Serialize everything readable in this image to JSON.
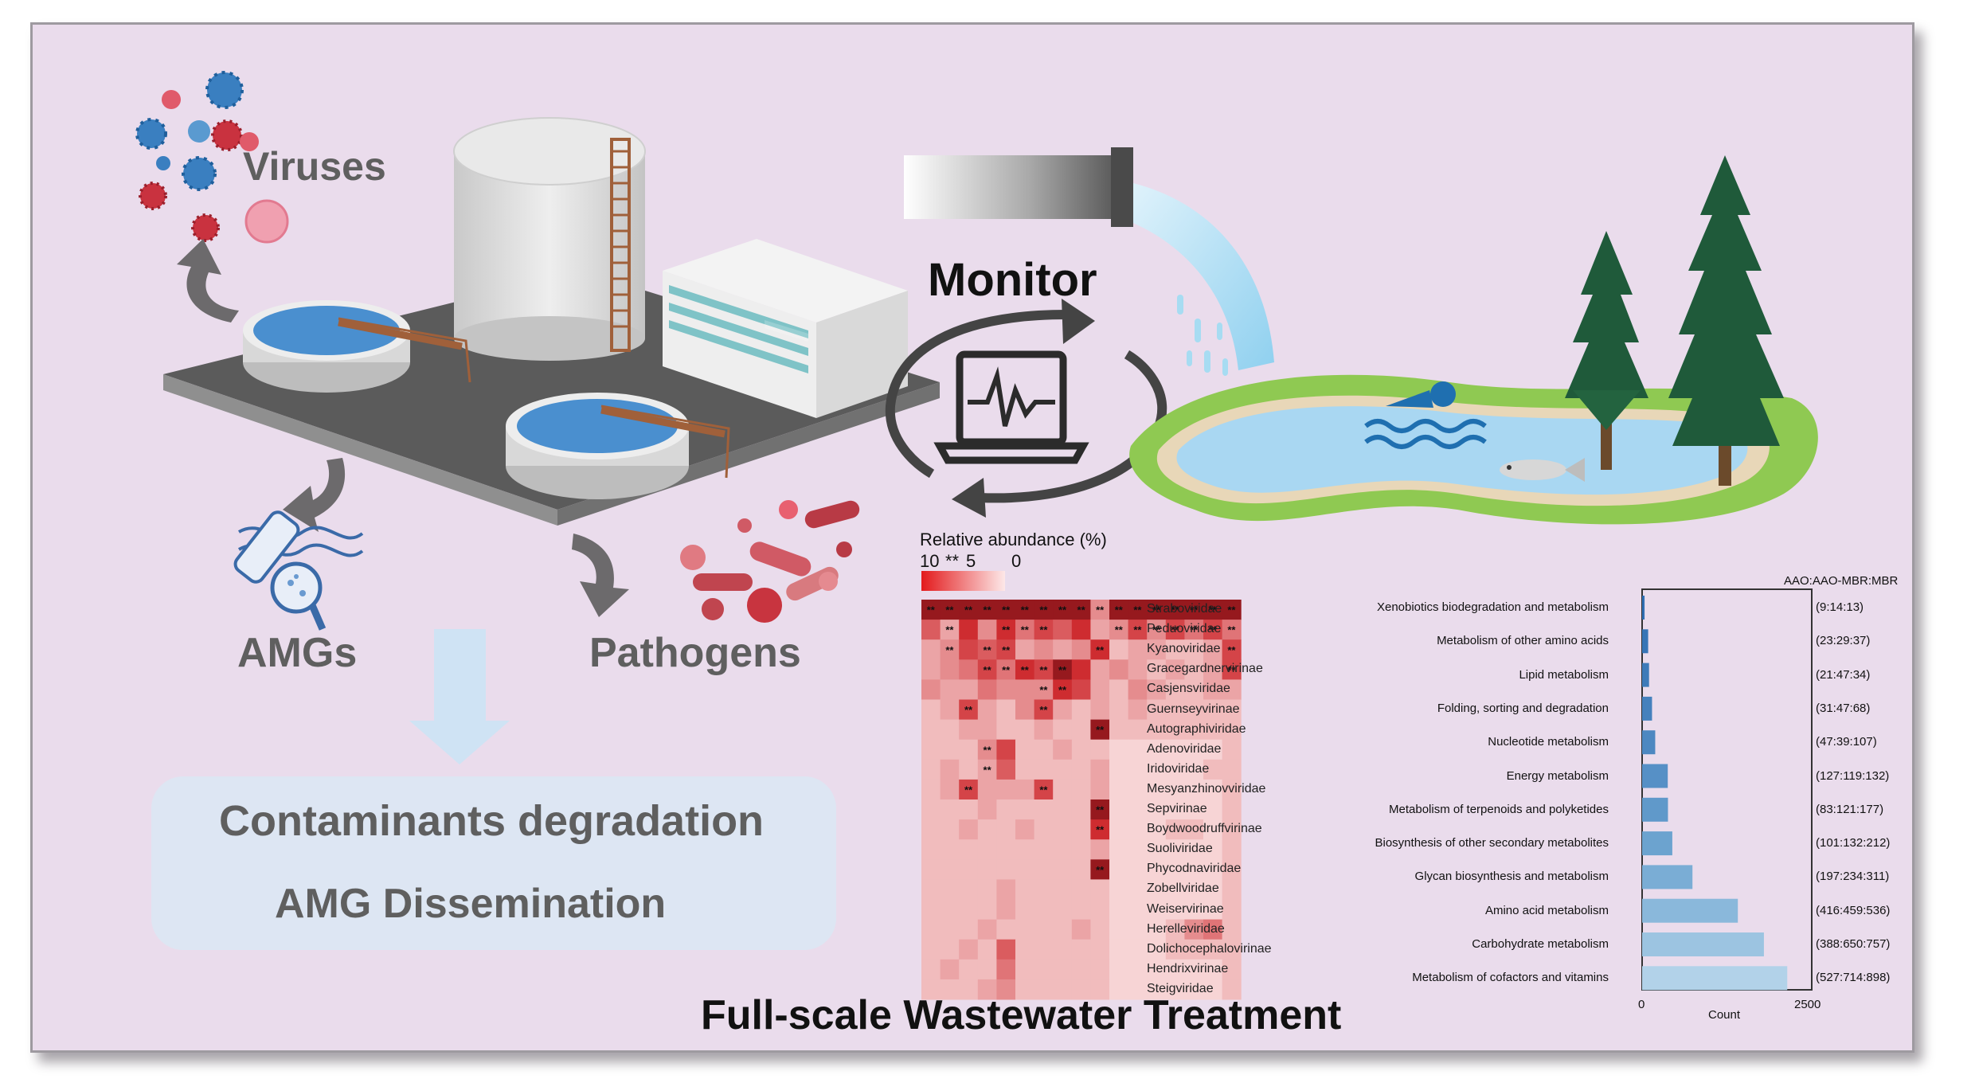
{
  "labels": {
    "viruses": "Viruses",
    "amgs": "AMGs",
    "pathogens": "Pathogens",
    "monitor": "Monitor",
    "contaminants": "Contaminants degradation",
    "dissemination": "AMG Dissemination",
    "footer": "Full-scale Wastewater Treatment"
  },
  "heatmap": {
    "title": "Relative abundance (%)",
    "legend_ticks": [
      "10",
      "5",
      "0"
    ],
    "legend_mark": "**",
    "rows": [
      "Straboviridae",
      "Peduoviridae",
      "Kyanoviridae",
      "Gracegardnervirinae",
      "Casjensviridae",
      "Guernseyvirinae",
      "Autographiviridae",
      "Adenoviridae",
      "Iridoviridae",
      "Mesyanzhinovviridae",
      "Sepvirinae",
      "Boydwoodruffvirinae",
      "Suoliviridae",
      "Phycodnaviridae",
      "Zobellviridae",
      "Weiservirinae",
      "Herelleviridae",
      "Dolichocephalovirinae",
      "Hendrixvirinae",
      "Steigviridae"
    ],
    "intensity": [
      [
        9,
        9,
        9,
        9,
        9,
        9,
        9,
        9,
        9,
        4,
        9,
        9,
        9,
        9,
        9,
        9,
        9
      ],
      [
        6,
        3,
        8,
        4,
        8,
        5,
        7,
        6,
        8,
        3,
        4,
        7,
        4,
        7,
        5,
        7,
        5
      ],
      [
        3,
        4,
        7,
        6,
        7,
        3,
        4,
        3,
        4,
        8,
        2,
        3,
        3,
        2,
        2,
        3,
        7
      ],
      [
        3,
        4,
        5,
        7,
        5,
        8,
        7,
        9,
        8,
        3,
        4,
        3,
        2,
        3,
        2,
        3,
        7
      ],
      [
        4,
        3,
        3,
        5,
        4,
        4,
        4,
        8,
        7,
        3,
        2,
        4,
        3,
        2,
        2,
        3,
        3
      ],
      [
        2,
        3,
        7,
        3,
        2,
        4,
        7,
        3,
        2,
        3,
        2,
        3,
        2,
        2,
        2,
        2,
        2
      ],
      [
        2,
        2,
        3,
        3,
        2,
        2,
        3,
        2,
        2,
        9,
        2,
        2,
        2,
        2,
        2,
        2,
        2
      ],
      [
        2,
        2,
        2,
        4,
        7,
        2,
        2,
        3,
        2,
        2,
        1,
        1,
        1,
        1,
        1,
        1,
        2
      ],
      [
        2,
        3,
        2,
        3,
        6,
        2,
        2,
        2,
        2,
        3,
        1,
        1,
        1,
        1,
        1,
        2,
        2
      ],
      [
        2,
        3,
        7,
        3,
        3,
        3,
        7,
        2,
        2,
        3,
        1,
        1,
        1,
        1,
        1,
        1,
        2
      ],
      [
        2,
        2,
        2,
        3,
        2,
        2,
        2,
        2,
        2,
        9,
        1,
        1,
        1,
        1,
        1,
        1,
        2
      ],
      [
        2,
        2,
        3,
        2,
        2,
        3,
        2,
        2,
        2,
        8,
        1,
        1,
        1,
        2,
        2,
        1,
        2
      ],
      [
        2,
        2,
        2,
        2,
        2,
        2,
        2,
        2,
        2,
        3,
        1,
        1,
        1,
        1,
        1,
        1,
        2
      ],
      [
        2,
        2,
        2,
        2,
        2,
        2,
        2,
        2,
        2,
        9,
        1,
        1,
        1,
        1,
        1,
        1,
        2
      ],
      [
        2,
        2,
        2,
        2,
        3,
        2,
        2,
        2,
        2,
        2,
        1,
        1,
        1,
        1,
        1,
        1,
        2
      ],
      [
        2,
        2,
        2,
        2,
        3,
        2,
        2,
        2,
        2,
        2,
        1,
        1,
        1,
        1,
        1,
        1,
        2
      ],
      [
        2,
        2,
        2,
        3,
        2,
        2,
        2,
        2,
        3,
        2,
        1,
        1,
        1,
        2,
        4,
        5,
        2
      ],
      [
        2,
        2,
        3,
        2,
        6,
        2,
        2,
        2,
        2,
        2,
        1,
        1,
        1,
        2,
        2,
        2,
        2
      ],
      [
        2,
        3,
        2,
        2,
        5,
        2,
        2,
        2,
        2,
        2,
        1,
        1,
        1,
        1,
        1,
        1,
        2
      ],
      [
        2,
        2,
        2,
        3,
        4,
        2,
        2,
        2,
        2,
        2,
        1,
        1,
        1,
        1,
        1,
        1,
        2
      ]
    ],
    "marks": [
      [
        "**",
        "**",
        "**",
        "**",
        "**",
        "**",
        "**",
        "**",
        "**",
        "**",
        "**",
        "**",
        "**",
        "**",
        "**",
        "**",
        "**"
      ],
      [
        "",
        "**",
        "",
        "",
        "**",
        "**",
        "**",
        "",
        "",
        "",
        "**",
        "**",
        "**",
        "**",
        "**",
        "**",
        "**"
      ],
      [
        "",
        "**",
        "",
        "**",
        "**",
        "",
        "",
        "",
        "",
        "**",
        "",
        "",
        "",
        "",
        "",
        "",
        "**"
      ],
      [
        "",
        "",
        "",
        "**",
        "**",
        "**",
        "**",
        "**",
        "",
        "",
        "",
        "",
        "",
        "",
        "",
        "",
        "**"
      ],
      [
        "",
        "",
        "",
        "",
        "",
        "",
        "**",
        "**",
        "",
        "",
        "",
        "",
        "",
        "",
        "",
        "",
        ""
      ],
      [
        "",
        "",
        "**",
        "",
        "",
        "",
        "**",
        "",
        "",
        "",
        "",
        "",
        "",
        "",
        "",
        "",
        ""
      ],
      [
        "",
        "",
        "",
        "",
        "",
        "",
        "",
        "",
        "",
        "**",
        "",
        "",
        "",
        "",
        "",
        "",
        ""
      ],
      [
        "",
        "",
        "",
        "**",
        "",
        "",
        "",
        "",
        "",
        "",
        "",
        "",
        "",
        "",
        "",
        "",
        ""
      ],
      [
        "",
        "",
        "",
        "**",
        "",
        "",
        "",
        "",
        "",
        "",
        "",
        "",
        "",
        "",
        "",
        "",
        ""
      ],
      [
        "",
        "",
        "**",
        "",
        "",
        "",
        "**",
        "",
        "",
        "",
        "",
        "",
        "",
        "",
        "",
        "",
        ""
      ],
      [
        "",
        "",
        "",
        "",
        "",
        "",
        "",
        "",
        "",
        "**",
        "",
        "",
        "",
        "",
        "",
        "",
        ""
      ],
      [
        "",
        "",
        "",
        "",
        "",
        "",
        "",
        "",
        "",
        "**",
        "",
        "",
        "",
        "",
        "",
        "",
        ""
      ],
      [
        "",
        "",
        "",
        "",
        "",
        "",
        "",
        "",
        "",
        "",
        "",
        "",
        "",
        "",
        "",
        "",
        ""
      ],
      [
        "",
        "",
        "",
        "",
        "",
        "",
        "",
        "",
        "",
        "**",
        "",
        "",
        "",
        "",
        "",
        "",
        ""
      ],
      [
        "",
        "",
        "",
        "",
        "",
        "",
        "",
        "",
        "",
        "",
        "",
        "",
        "",
        "",
        "",
        "",
        ""
      ],
      [
        "",
        "",
        "",
        "",
        "",
        "",
        "",
        "",
        "",
        "",
        "",
        "",
        "",
        "",
        "",
        "",
        ""
      ],
      [
        "",
        "",
        "",
        "",
        "",
        "",
        "",
        "",
        "",
        "",
        "",
        "",
        "",
        "",
        "",
        "",
        ""
      ],
      [
        "",
        "",
        "",
        "",
        "",
        "",
        "",
        "",
        "",
        "",
        "",
        "",
        "",
        "",
        "",
        "",
        ""
      ],
      [
        "",
        "",
        "",
        "",
        "",
        "",
        "",
        "",
        "",
        "",
        "",
        "",
        "",
        "",
        "",
        "",
        ""
      ],
      [
        "",
        "",
        "",
        "",
        "",
        "",
        "",
        "",
        "",
        "",
        "",
        "",
        "",
        "",
        "",
        "",
        ""
      ]
    ]
  },
  "chart_data": {
    "type": "bar",
    "orientation": "horizontal",
    "title": "AAO:AAO-MBR:MBR",
    "xlabel": "Count",
    "xlim": [
      0,
      2500
    ],
    "xticks": [
      "0",
      "2500"
    ],
    "categories": [
      "Xenobiotics biodegradation and metabolism",
      "Metabolism of other amino acids",
      "Lipid metabolism",
      "Folding, sorting and degradation",
      "Nucleotide metabolism",
      "Energy metabolism",
      "Metabolism of terpenoids and polyketides",
      "Biosynthesis of other secondary metabolites",
      "Glycan biosynthesis and metabolism",
      "Amino acid metabolism",
      "Carbohydrate metabolism",
      "Metabolism of cofactors and vitamins"
    ],
    "ratios": [
      "(9:14:13)",
      "(23:29:37)",
      "(21:47:34)",
      "(31:47:68)",
      "(47:39:107)",
      "(127:119:132)",
      "(83:121:177)",
      "(101:132:212)",
      "(197:234:311)",
      "(416:459:536)",
      "(388:650:757)",
      "(527:714:898)"
    ],
    "values": [
      36,
      89,
      102,
      146,
      193,
      378,
      381,
      445,
      742,
      1411,
      1795,
      2139
    ],
    "colors": [
      "#2f6fb3",
      "#3775b6",
      "#3e7bb9",
      "#4581bd",
      "#4d88c1",
      "#5690c6",
      "#6099ca",
      "#6ca3cf",
      "#7aadd5",
      "#8ab8db",
      "#9cc4e1",
      "#b2d2e9"
    ]
  }
}
